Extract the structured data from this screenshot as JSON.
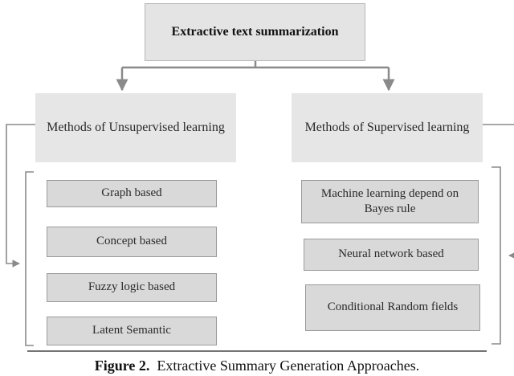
{
  "root": {
    "label": "Extractive text summarization"
  },
  "unsupervised": {
    "label": "Methods of Unsupervised learning",
    "items": [
      "Graph based",
      "Concept based",
      "Fuzzy logic based",
      "Latent Semantic"
    ]
  },
  "supervised": {
    "label": "Methods of Supervised learning",
    "items": [
      "Machine learning depend on Bayes rule",
      "Neural network based",
      "Conditional Random fields"
    ]
  },
  "caption": {
    "label": "Figure 2.",
    "text": "Extractive Summary Generation Approaches."
  },
  "colors": {
    "box_fill": "#e6e6e6",
    "leaf_fill": "#d9d9d9",
    "leaf_border": "#9a9a9a",
    "connector": "#8a8a8a"
  }
}
